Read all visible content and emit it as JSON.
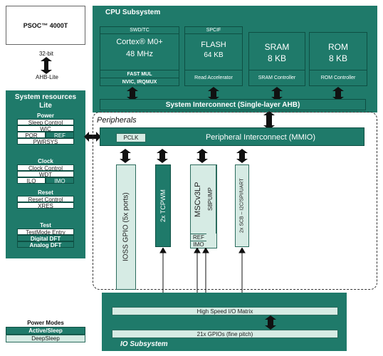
{
  "psoc_box": {
    "title": "PSOC™ 4000T"
  },
  "bus_left": {
    "width": "32-bit",
    "name": "AHB-Lite"
  },
  "cpu_subsystem": {
    "title": "CPU Subsystem",
    "cortex": {
      "header": "SWD/TC",
      "name": "Cortex® M0+",
      "freq": "48 MHz",
      "row1": "FAST MUL",
      "row2": "NVIC, IRQMUX"
    },
    "flash": {
      "header": "SPCIF",
      "name": "FLASH",
      "size": "64 KB",
      "footer": "Read Accelerator"
    },
    "sram": {
      "name": "SRAM",
      "size": "8 KB",
      "footer": "SRAM Controller"
    },
    "rom": {
      "name": "ROM",
      "size": "8 KB",
      "footer": "ROM Controller"
    },
    "interconnect": "System Interconnect (Single-layer AHB)"
  },
  "system_resources": {
    "title1": "System resources",
    "title2": "Lite",
    "power": {
      "heading": "Power",
      "items": [
        "Sleep Control",
        "WIC",
        "POR",
        "REF",
        "PWRSYS"
      ]
    },
    "clock": {
      "heading": "Clock",
      "items": [
        "Clock Control",
        "WDT",
        "ILO",
        "IMO"
      ]
    },
    "reset": {
      "heading": "Reset",
      "items": [
        "Reset Control",
        "XRES"
      ]
    },
    "test": {
      "heading": "Test",
      "items": [
        "TestMode Entry",
        "Digital DFT",
        "Analog DFT"
      ]
    }
  },
  "peripherals": {
    "title": "Peripherals",
    "pclk": "PCLK",
    "interconnect": "Peripheral Interconnect (MMIO)",
    "gpio": "IOSS GPIO (5x ports)",
    "tcpwm": "2x TCPWM",
    "msc": "MSCv3LP",
    "s8pump": "S8PUMP",
    "msc_ref": "REF",
    "msc_imo": "IMO",
    "scb": "2x SCB – I2C/SPI/UART"
  },
  "io_subsystem": {
    "title": "IO Subsystem",
    "hs_matrix": "High Speed I/O Matrix",
    "gpios": "21x GPIOs (fine pitch)"
  },
  "legend": {
    "title": "Power Modes",
    "active": "Active/Sleep",
    "deep": "DeepSleep"
  },
  "colors": {
    "dark_teal": "#1f7a6a",
    "light_teal": "#d6ebe4",
    "outline": "#0e4f43"
  }
}
